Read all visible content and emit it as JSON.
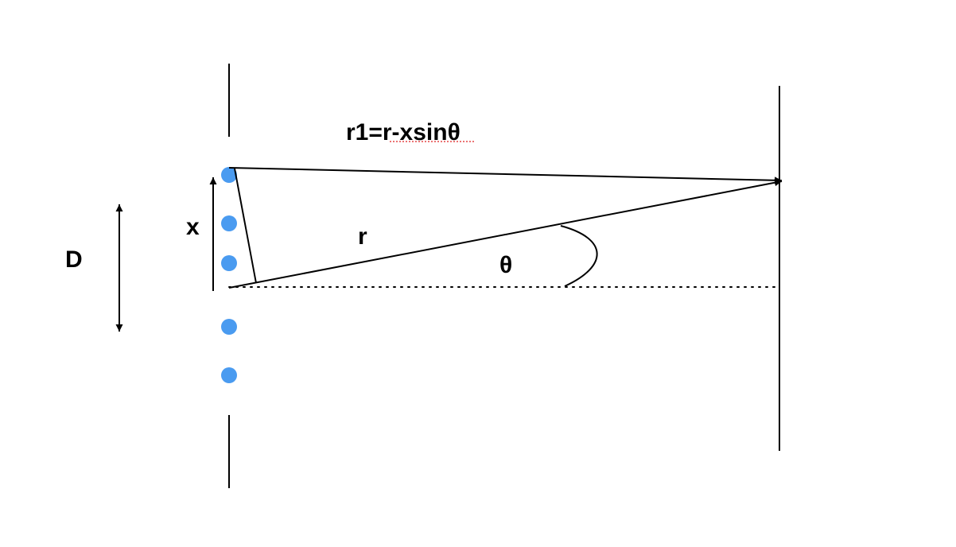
{
  "colors": {
    "line": "#000000",
    "source_dot": "#4a9bf0",
    "spellcheck_underline": "#e02020"
  },
  "labels": {
    "path_equation": "r1=r-xsinθ",
    "path_length": "r",
    "angle": "θ",
    "offset": "x",
    "span": "D"
  },
  "elements": {
    "sources": "point-source",
    "arrowheads": "arrowhead-icon",
    "angle_arc": "angle-arc",
    "normal": "dotted-normal-line"
  }
}
